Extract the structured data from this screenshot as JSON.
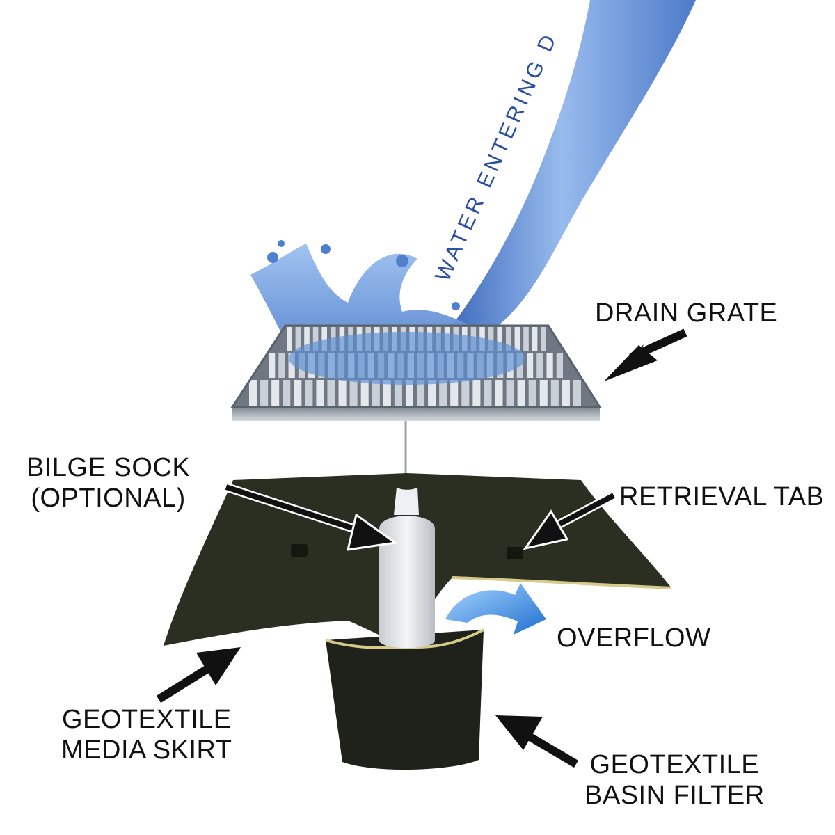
{
  "diagram": {
    "flow_label": "WATER ENTERING D",
    "labels": {
      "drain_grate": "DRAIN GRATE",
      "bilge_sock_line1": "BILGE SOCK",
      "bilge_sock_line2": "(OPTIONAL)",
      "retrieval_tab": "RETRIEVAL TAB",
      "overflow": "OVERFLOW",
      "media_skirt_line1": "GEOTEXTILE",
      "media_skirt_line2": "MEDIA SKIRT",
      "basin_filter_line1": "GEOTEXTILE",
      "basin_filter_line2": "BASIN FILTER"
    },
    "colors": {
      "water": "#5b8fd6",
      "fabric": "#2b2f22",
      "fabric_edge": "#d6c98a",
      "grate": "#a9b1ba",
      "overflow_arrow": "#3a8fe0",
      "arrows": "#111111",
      "label_text": "#111111",
      "flow_text": "#2a4fa2"
    }
  }
}
